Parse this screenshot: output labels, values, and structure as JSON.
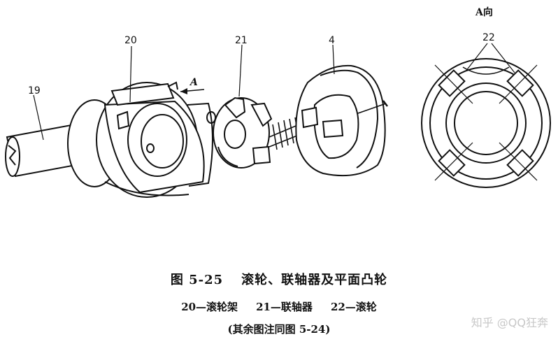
{
  "figure": {
    "labels": {
      "shaft": "19",
      "roller_frame": "20",
      "coupling": "21",
      "cam": "4",
      "arrow_a": "A",
      "view_a": "A向",
      "rollers": "22"
    },
    "caption": {
      "figure_no": "图 5-25",
      "title": "滚轮、联轴器及平面凸轮",
      "legend": [
        "20—滚轮架",
        "21—联轴器",
        "22—滚轮"
      ],
      "note": "(其余图注同图 5-24)"
    }
  },
  "watermark": "知乎 @QQ狂奔"
}
